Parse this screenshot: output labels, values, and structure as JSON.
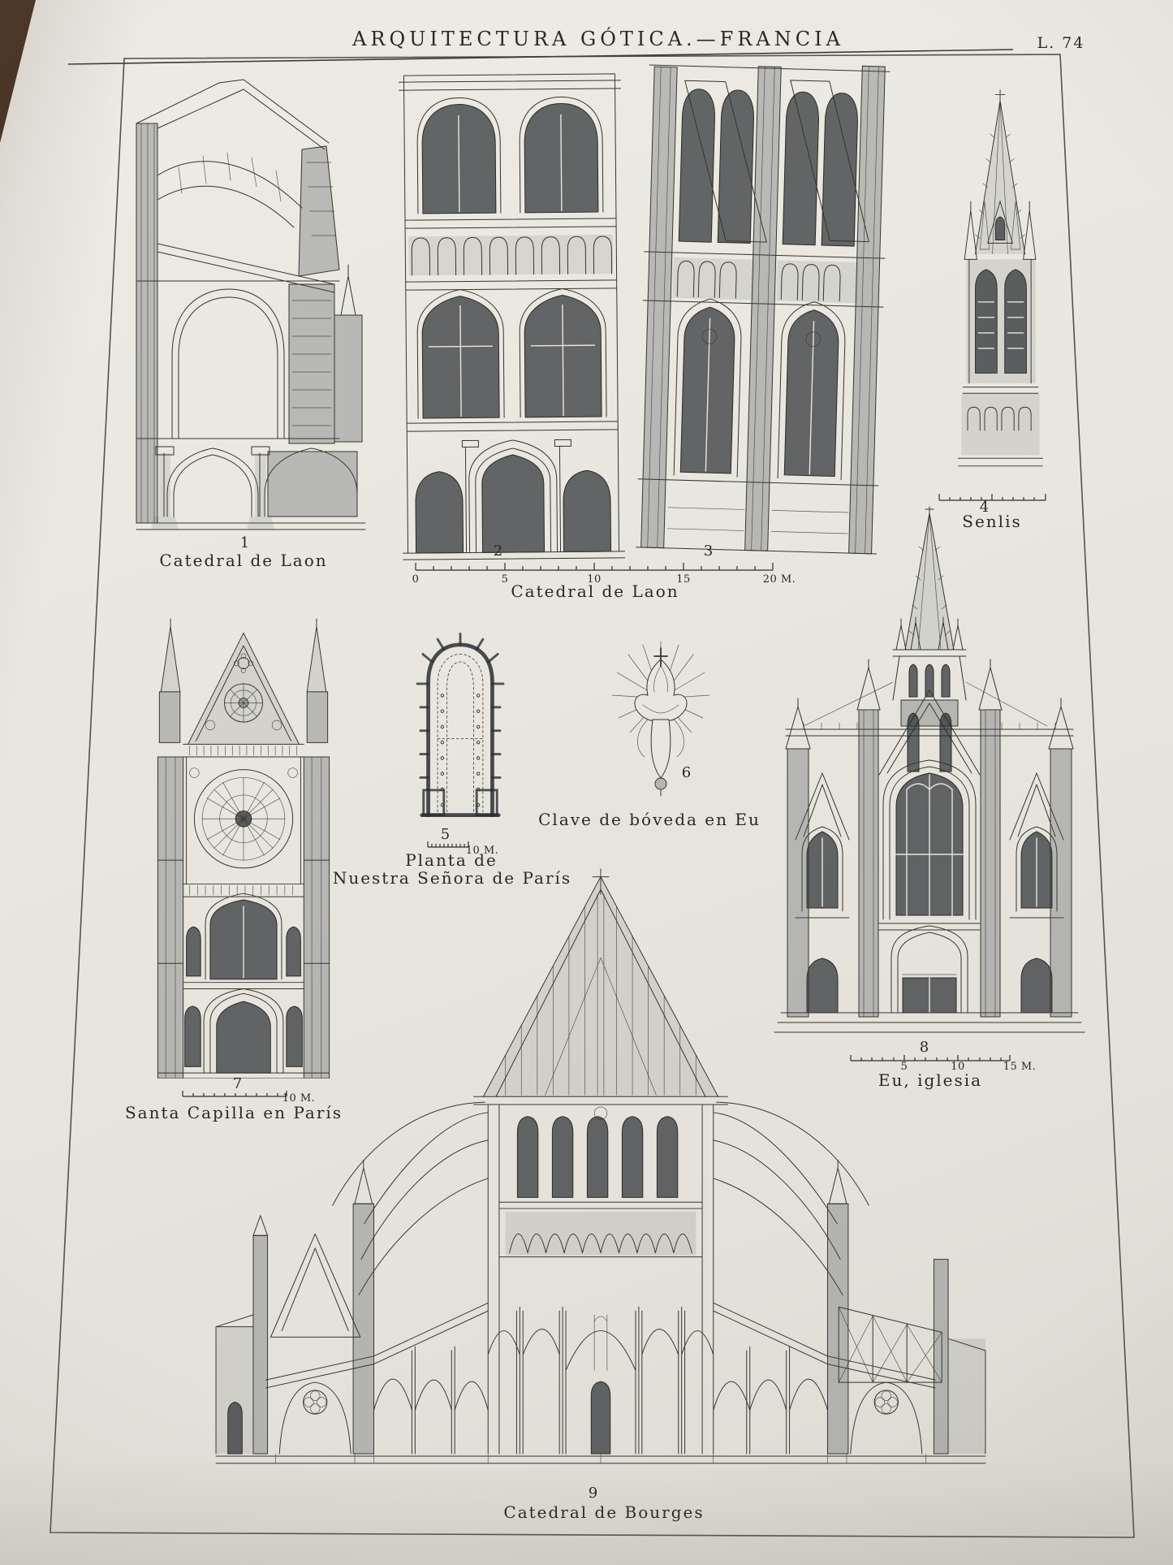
{
  "plate": {
    "title": "ARQUITECTURA GÓTICA.—FRANCIA",
    "number": "L. 74"
  },
  "figures": {
    "laon_section": {
      "num": "1",
      "caption": "Catedral de Laon"
    },
    "laon_bay2": {
      "num": "2"
    },
    "laon_bay3": {
      "num": "3"
    },
    "laon_group": {
      "caption": "Catedral de Laon",
      "scale_ticks": [
        "0",
        "5",
        "10",
        "15",
        "20 M."
      ]
    },
    "senlis": {
      "num": "4",
      "caption": "Senlis"
    },
    "notredame_plan": {
      "num": "5",
      "scale_label": "10 M.",
      "caption_line1": "Planta de",
      "caption_line2": "Nuestra Señora de París"
    },
    "eu_keystone": {
      "num": "6",
      "caption": "Clave de bóveda en Eu"
    },
    "sainte_chapelle": {
      "num": "7",
      "scale_label": "10 M.",
      "caption": "Santa Capilla en París"
    },
    "eu_church": {
      "num": "8",
      "caption": "Eu, iglesia",
      "scale_ticks": [
        "5",
        "10",
        "15 M."
      ]
    },
    "bourges": {
      "num": "9",
      "caption": "Catedral de Bourges"
    }
  },
  "colors": {
    "paper": "#e8e6df",
    "ink": "#2e2d29",
    "photo_background": "#2a1b11"
  }
}
